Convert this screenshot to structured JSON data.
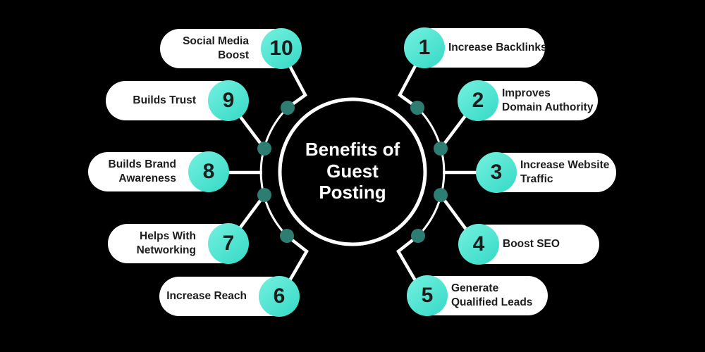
{
  "center": {
    "title": "Benefits of\nGuest\nPosting"
  },
  "pills": [
    {
      "number": "1",
      "label": "Increase Backlinks"
    },
    {
      "number": "2",
      "label": "Improves\nDomain Authority"
    },
    {
      "number": "3",
      "label": "Increase Website\nTraffic"
    },
    {
      "number": "4",
      "label": "Boost SEO"
    },
    {
      "number": "5",
      "label": "Generate\nQualified Leads"
    },
    {
      "number": "6",
      "label": "Increase Reach"
    },
    {
      "number": "7",
      "label": "Helps With\nNetworking"
    },
    {
      "number": "8",
      "label": "Builds Brand\nAwareness"
    },
    {
      "number": "9",
      "label": "Builds Trust"
    },
    {
      "number": "10",
      "label": "Social Media\nBoost"
    }
  ],
  "colors": {
    "background": "#000000",
    "pill_background": "#ffffff",
    "pill_text": "#1d1d1d",
    "badge_gradient_start": "#70efdd",
    "badge_gradient_end": "#3cdcc9",
    "badge_number": "#1c1c1c",
    "orbit_dot": "#2e7d73",
    "line": "#ffffff",
    "center_title": "#ffffff"
  }
}
